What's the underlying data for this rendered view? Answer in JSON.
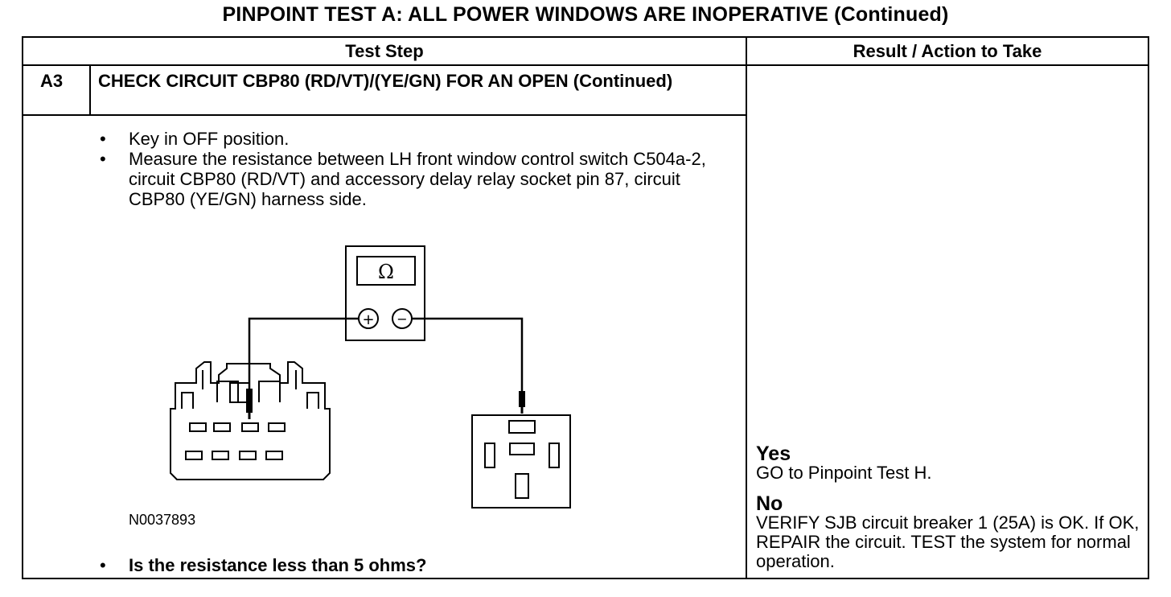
{
  "title": "PINPOINT TEST  A: ALL POWER WINDOWS ARE INOPERATIVE (Continued)",
  "table": {
    "headers": [
      "Test Step",
      "Result / Action to Take"
    ],
    "step": {
      "number": "A3",
      "title": "CHECK CIRCUIT CBP80 (RD/VT)/(YE/GN) FOR AN OPEN (Continued)",
      "instructions": [
        "Key in OFF position.",
        "Measure the resistance between LH front window control switch C504a-2, circuit CBP80 (RD/VT) and accessory delay relay socket pin 87, circuit CBP80 (YE/GN) harness side."
      ],
      "figure_id": "N0037893",
      "question": "Is the resistance less than 5 ohms?",
      "meter_symbol": "Ω",
      "meter_plus": "+",
      "meter_minus": "−"
    },
    "results": [
      {
        "label": "Yes",
        "action": "GO to Pinpoint Test H."
      },
      {
        "label": "No",
        "action": "VERIFY SJB circuit breaker 1 (25A) is OK. If OK, REPAIR the circuit. TEST the system for normal operation."
      }
    ]
  }
}
